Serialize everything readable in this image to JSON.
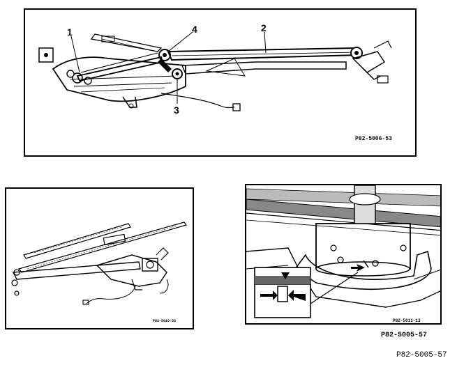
{
  "figure_top": {
    "callouts": {
      "c1": "1",
      "c2": "2",
      "c3": "3",
      "c4": "4"
    },
    "code": "P82-5006-53"
  },
  "figure_bottom_left": {
    "code": "P82-5010-53"
  },
  "figure_bottom_right": {
    "code": "P82-5011-13"
  },
  "group_code": "P82-5005-57",
  "page_code": "P82-5005-57"
}
